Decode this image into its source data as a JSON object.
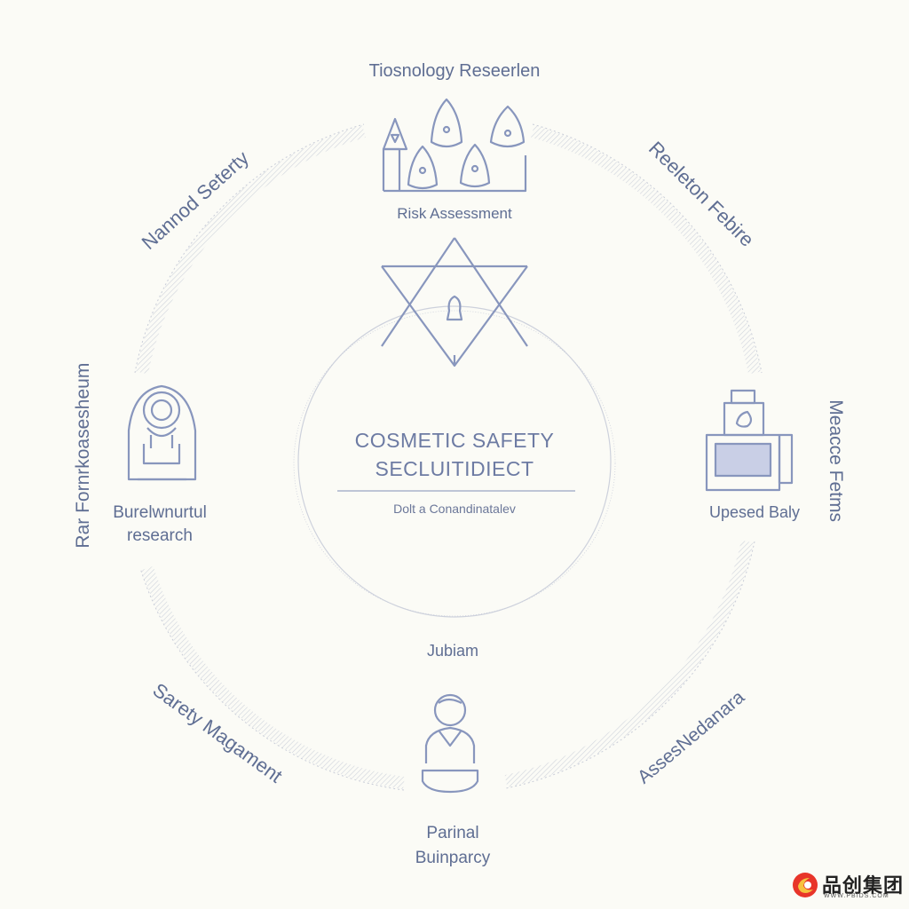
{
  "diagram": {
    "center": {
      "title_line1": "COSMETIC SAFETY",
      "title_line2": "SECLUITIDIECT",
      "subtitle": "Dolt a Conandinatalev"
    },
    "labels": {
      "top_heading": "Tiosnology Reseerlen",
      "top_icon_caption": "Risk Assessment",
      "arc_top_left": "Nannod Seterty",
      "arc_top_right": "Reeleton Febire",
      "left_vertical": "Rar Fornrkoasesheum",
      "left_caption_line1": "Burelwnurtul",
      "left_caption_line2": "research",
      "right_vertical": "Meacce Fetms",
      "right_caption": "Upesed Baly",
      "bottom_heading": "Jubiam",
      "arc_bottom_left": "Sarety Magament",
      "arc_bottom_right": "AssesNedanara",
      "bottom_caption_line1": "Parinal",
      "bottom_caption_line2": "Buinparcy"
    },
    "icons": {
      "top": "risk-assessment-droplets-icon",
      "star": "star-keyhole-icon",
      "left": "researcher-icon",
      "right": "product-container-icon",
      "bottom": "person-icon"
    },
    "colors": {
      "line": "#8896bd",
      "ring": "#c8cdd9",
      "text": "#5f6e93",
      "background": "#fbfbf6",
      "accent_fill": "#c9cfe6"
    }
  },
  "logo": {
    "name": "品创集团",
    "url_text": "WWW.PBIDS.COM"
  }
}
